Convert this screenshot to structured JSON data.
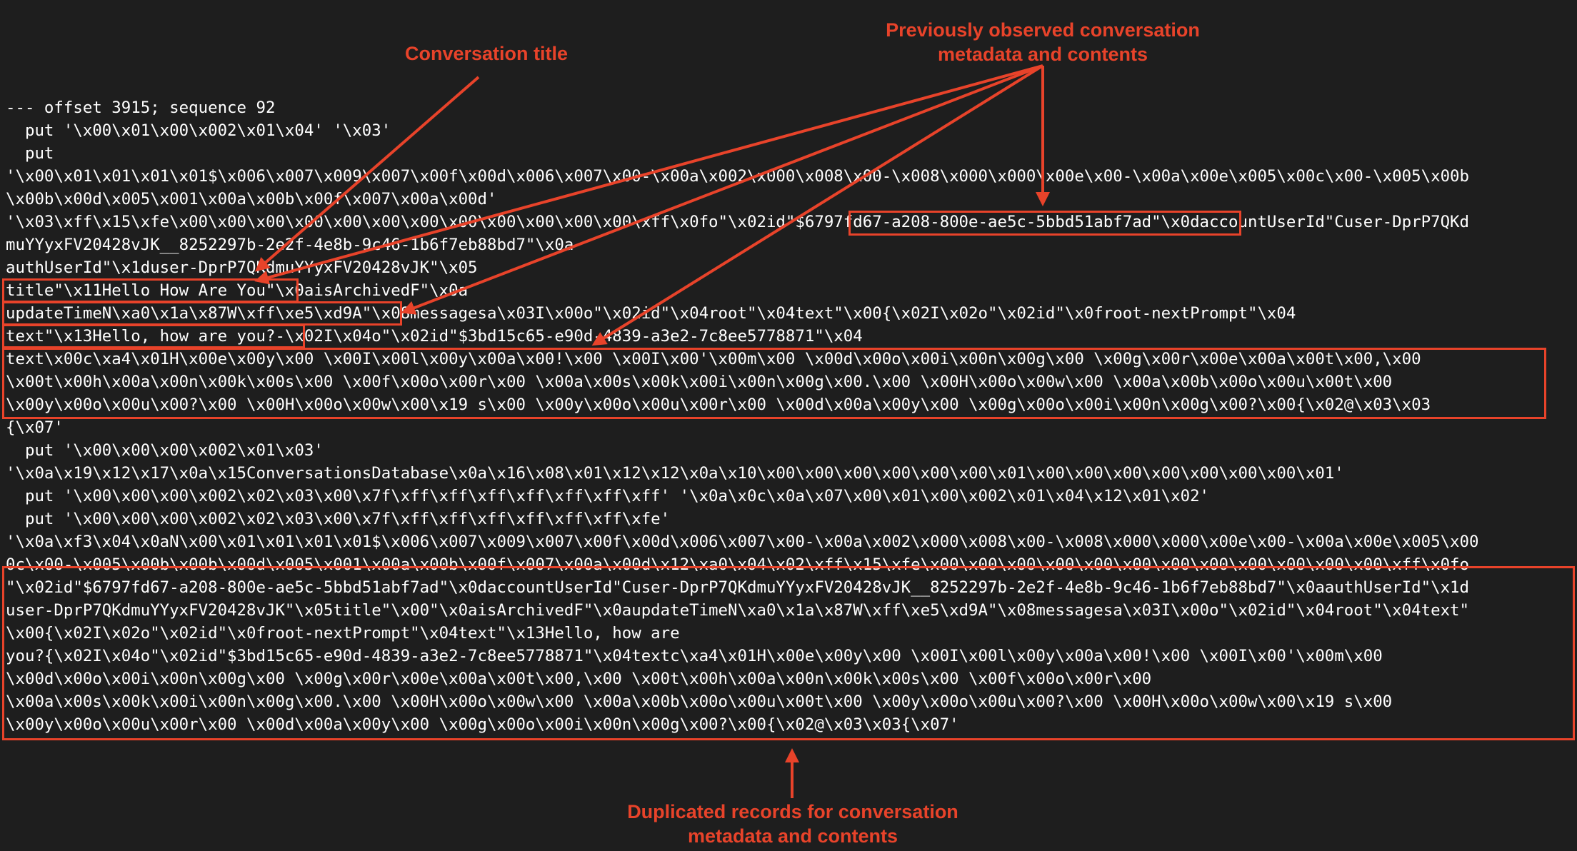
{
  "terminal": {
    "lines": [
      "--- offset 3915; sequence 92",
      "  put '\\x00\\x01\\x00\\x002\\x01\\x04' '\\x03'",
      "  put",
      "'\\x00\\x01\\x01\\x01\\x01$\\x006\\x007\\x009\\x007\\x00f\\x00d\\x006\\x007\\x00-\\x00a\\x002\\x000\\x008\\x00-\\x008\\x000\\x000\\x00e\\x00-\\x00a\\x00e\\x005\\x00c\\x00-\\x005\\x00b",
      "\\x00b\\x00d\\x005\\x001\\x00a\\x00b\\x00f\\x007\\x00a\\x00d'",
      "'\\x03\\xff\\x15\\xfe\\x00\\x00\\x00\\x00\\x00\\x00\\x00\\x00\\x00\\x00\\x00\\x00\\xff\\x0fo\"\\x02id\"$6797fd67-a208-800e-ae5c-5bbd51abf7ad\"\\x0daccountUserId\"Cuser-DprP7QKd",
      "muYYyxFV20428vJK__8252297b-2e2f-4e8b-9c46-1b6f7eb88bd7\"\\x0a",
      "authUserId\"\\x1duser-DprP7QKdmuYYyxFV20428vJK\"\\x05",
      "title\"\\x11Hello How Are You\"\\x0aisArchivedF\"\\x0a",
      "updateTimeN\\xa0\\x1a\\x87W\\xff\\xe5\\xd9A\"\\x08messagesa\\x03I\\x00o\"\\x02id\"\\x04root\"\\x04text\"\\x00{\\x02I\\x02o\"\\x02id\"\\x0froot-nextPrompt\"\\x04",
      "text\"\\x13Hello, how are you?-\\x02I\\x04o\"\\x02id\"$3bd15c65-e90d-4839-a3e2-7c8ee5778871\"\\x04",
      "text\\x00c\\xa4\\x01H\\x00e\\x00y\\x00 \\x00I\\x00l\\x00y\\x00a\\x00!\\x00 \\x00I\\x00'\\x00m\\x00 \\x00d\\x00o\\x00i\\x00n\\x00g\\x00 \\x00g\\x00r\\x00e\\x00a\\x00t\\x00,\\x00",
      "\\x00t\\x00h\\x00a\\x00n\\x00k\\x00s\\x00 \\x00f\\x00o\\x00r\\x00 \\x00a\\x00s\\x00k\\x00i\\x00n\\x00g\\x00.\\x00 \\x00H\\x00o\\x00w\\x00 \\x00a\\x00b\\x00o\\x00u\\x00t\\x00",
      "\\x00y\\x00o\\x00u\\x00?\\x00 \\x00H\\x00o\\x00w\\x00\\x19 s\\x00 \\x00y\\x00o\\x00u\\x00r\\x00 \\x00d\\x00a\\x00y\\x00 \\x00g\\x00o\\x00i\\x00n\\x00g\\x00?\\x00{\\x02@\\x03\\x03",
      "{\\x07'",
      "  put '\\x00\\x00\\x00\\x002\\x01\\x03'",
      "'\\x0a\\x19\\x12\\x17\\x0a\\x15ConversationsDatabase\\x0a\\x16\\x08\\x01\\x12\\x12\\x0a\\x10\\x00\\x00\\x00\\x00\\x00\\x00\\x01\\x00\\x00\\x00\\x00\\x00\\x00\\x00\\x01'",
      "  put '\\x00\\x00\\x00\\x002\\x02\\x03\\x00\\x7f\\xff\\xff\\xff\\xff\\xff\\xff\\xff' '\\x0a\\x0c\\x0a\\x07\\x00\\x01\\x00\\x002\\x01\\x04\\x12\\x01\\x02'",
      "  put '\\x00\\x00\\x00\\x002\\x02\\x03\\x00\\x7f\\xff\\xff\\xff\\xff\\xff\\xff\\xfe'",
      "'\\x0a\\xf3\\x04\\x0aN\\x00\\x01\\x01\\x01\\x01$\\x006\\x007\\x009\\x007\\x00f\\x00d\\x006\\x007\\x00-\\x00a\\x002\\x000\\x008\\x00-\\x008\\x000\\x000\\x00e\\x00-\\x00a\\x00e\\x005\\x00",
      "0c\\x00-\\x005\\x00b\\x00b\\x00d\\x005\\x001\\x00a\\x00b\\x00f\\x007\\x00a\\x00d\\x12\\xa0\\x04\\x02\\xff\\x15\\xfe\\x00\\x00\\x00\\x00\\x00\\x00\\x00\\x00\\x00\\x00\\x00\\x00\\xff\\x0fo",
      "\"\\x02id\"$6797fd67-a208-800e-ae5c-5bbd51abf7ad\"\\x0daccountUserId\"Cuser-DprP7QKdmuYYyxFV20428vJK__8252297b-2e2f-4e8b-9c46-1b6f7eb88bd7\"\\x0aauthUserId\"\\x1d",
      "user-DprP7QKdmuYYyxFV20428vJK\"\\x05title\"\\x00\"\\x0aisArchivedF\"\\x0aupdateTimeN\\xa0\\x1a\\x87W\\xff\\xe5\\xd9A\"\\x08messagesa\\x03I\\x00o\"\\x02id\"\\x04root\"\\x04text\"",
      "\\x00{\\x02I\\x02o\"\\x02id\"\\x0froot-nextPrompt\"\\x04text\"\\x13Hello, how are",
      "you?{\\x02I\\x04o\"\\x02id\"$3bd15c65-e90d-4839-a3e2-7c8ee5778871\"\\x04textc\\xa4\\x01H\\x00e\\x00y\\x00 \\x00I\\x00l\\x00y\\x00a\\x00!\\x00 \\x00I\\x00'\\x00m\\x00",
      "\\x00d\\x00o\\x00i\\x00n\\x00g\\x00 \\x00g\\x00r\\x00e\\x00a\\x00t\\x00,\\x00 \\x00t\\x00h\\x00a\\x00n\\x00k\\x00s\\x00 \\x00f\\x00o\\x00r\\x00",
      "\\x00a\\x00s\\x00k\\x00i\\x00n\\x00g\\x00.\\x00 \\x00H\\x00o\\x00w\\x00 \\x00a\\x00b\\x00o\\x00u\\x00t\\x00 \\x00y\\x00o\\x00u\\x00?\\x00 \\x00H\\x00o\\x00w\\x00\\x19 s\\x00",
      "\\x00y\\x00o\\x00u\\x00r\\x00 \\x00d\\x00a\\x00y\\x00 \\x00g\\x00o\\x00i\\x00n\\x00g\\x00?\\x00{\\x02@\\x03\\x03{\\x07'"
    ]
  },
  "annotations": {
    "conversation_title": "Conversation title",
    "previously_observed_line1": "Previously observed conversation",
    "previously_observed_line2": "metadata and contents",
    "duplicated_line1": "Duplicated records for conversation",
    "duplicated_line2": "metadata and contents"
  },
  "colors": {
    "background": "#1e1e1e",
    "text": "#ffffff",
    "annotation": "#e8432a"
  }
}
